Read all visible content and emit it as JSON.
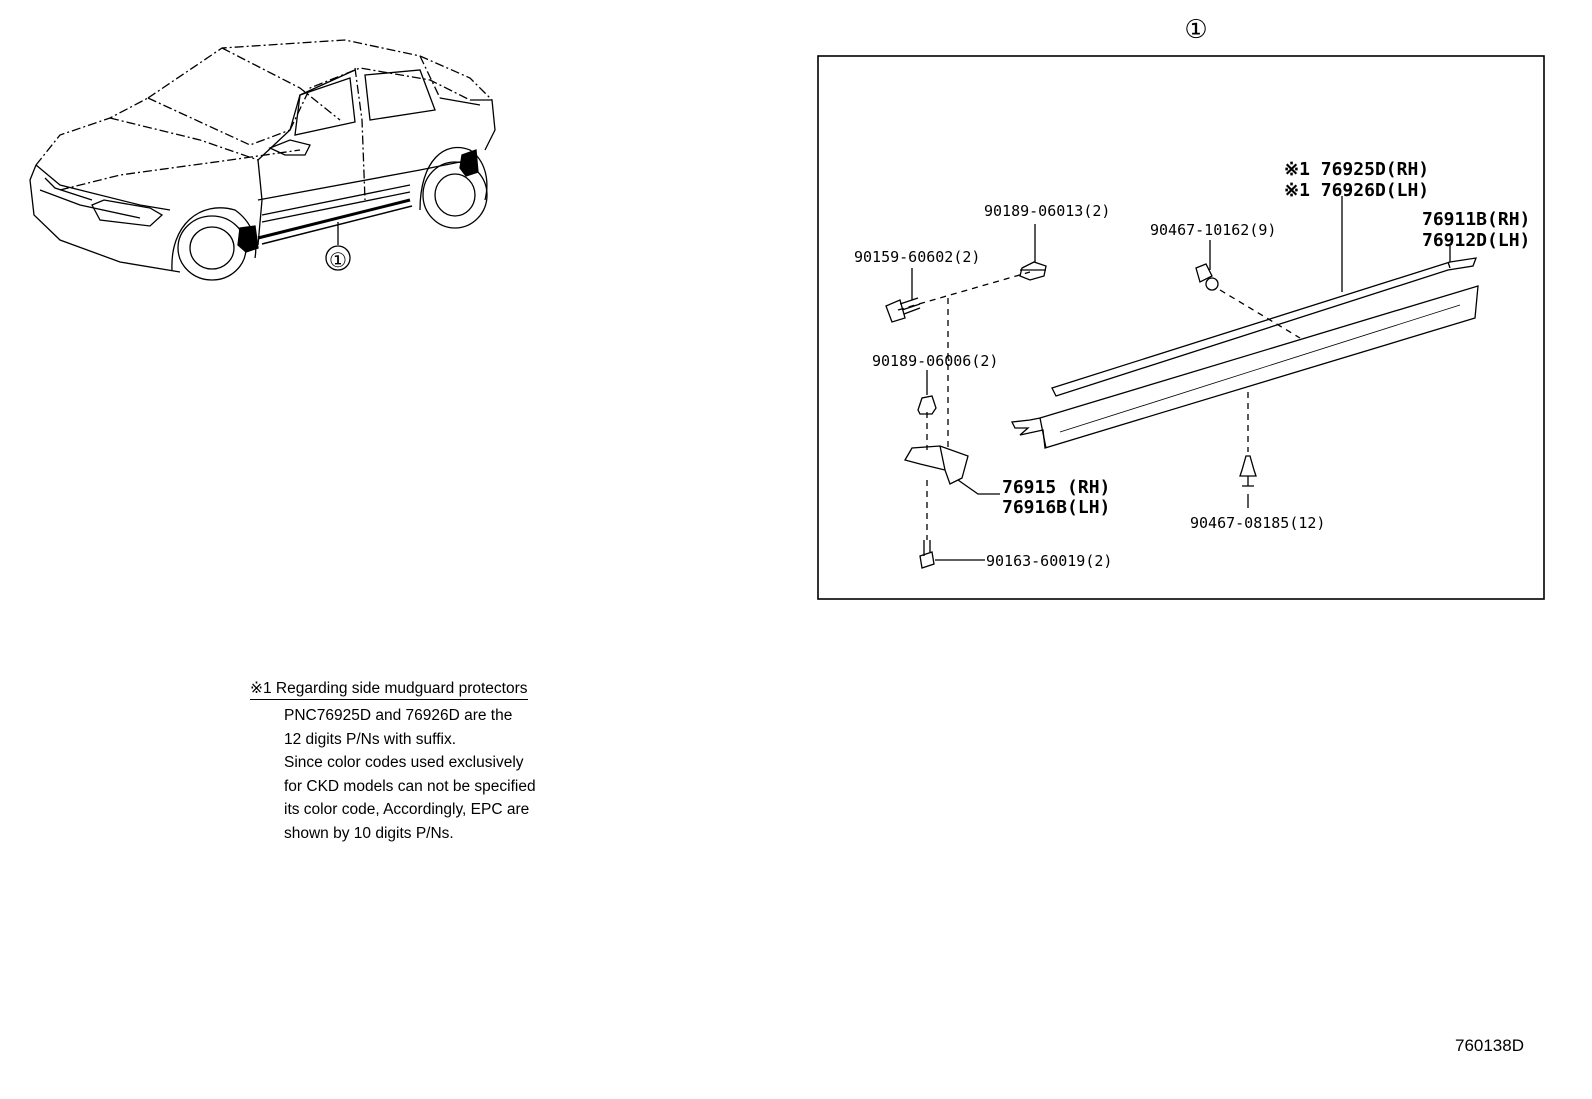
{
  "callout_marker": "①",
  "detail_box_marker": "①",
  "parts": {
    "moulding_rh": "※1 76925D(RH)",
    "moulding_lh": "※1 76926D(LH)",
    "protector_rh": "76911B(RH)",
    "protector_lh": "76912D(LH)",
    "clip_a": "90189-06013(2)",
    "screw_a": "90159-60602(2)",
    "clip_b": "90467-10162(9)",
    "clip_c": "90189-06006(2)",
    "mudguard_rh": "76915 (RH)",
    "mudguard_lh": "76916B(LH)",
    "clip_d": "90467-08185(12)",
    "screw_b": "90163-60019(2)"
  },
  "note": {
    "title": "※1 Regarding side mudguard protectors",
    "lines": [
      "PNC76925D and 76926D are the",
      "12 digits P/Ns with suffix.",
      "Since color codes used exclusively",
      "for CKD models can not be specified",
      "its color code, Accordingly, EPC are",
      "shown by 10 digits P/Ns."
    ]
  },
  "illustration_code": "760138D"
}
